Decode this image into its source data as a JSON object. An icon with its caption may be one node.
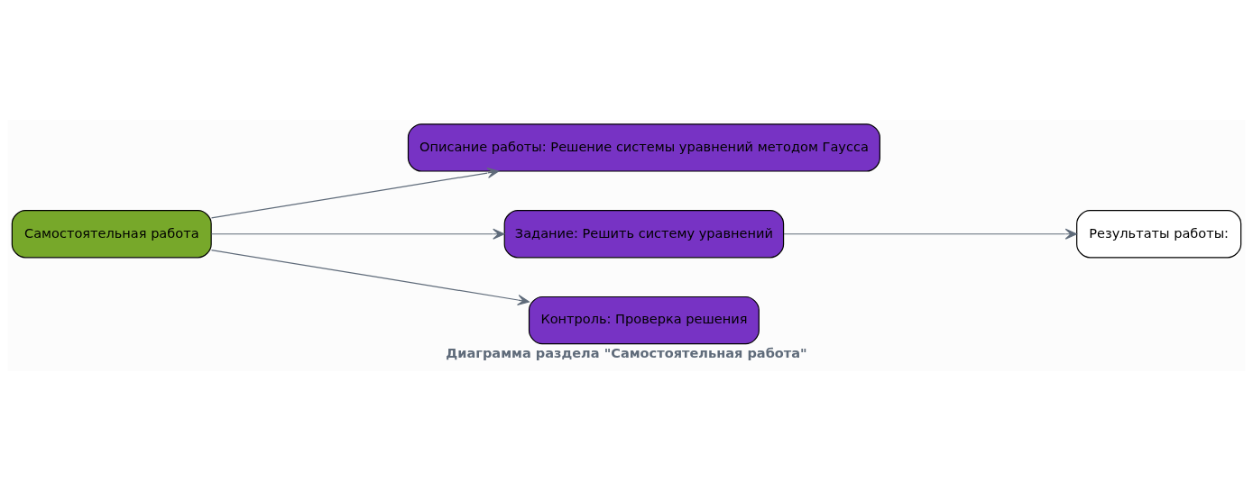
{
  "diagram": {
    "caption": "Диаграмма раздела \"Самостоятельная работа\"",
    "nodes": [
      {
        "text": [
          "Самостоятельная работа"
        ]
      },
      {
        "text": [
          "Описание работы: Решение системы уравнений методом Гаусса"
        ]
      },
      {
        "text": [
          "Задание: Решить систему уравнений"
        ]
      },
      {
        "text": [
          "Результаты работы:"
        ]
      },
      {
        "text": [
          "Контроль: Проверка решения"
        ]
      }
    ],
    "edges": [
      {
        "from": 0,
        "to": 1,
        "arrow": "to"
      },
      {
        "from": 0,
        "to": 2,
        "arrow": "to"
      },
      {
        "from": 2,
        "to": 3,
        "arrow": "to"
      },
      {
        "from": 0,
        "to": 4,
        "arrow": "to"
      }
    ]
  }
}
